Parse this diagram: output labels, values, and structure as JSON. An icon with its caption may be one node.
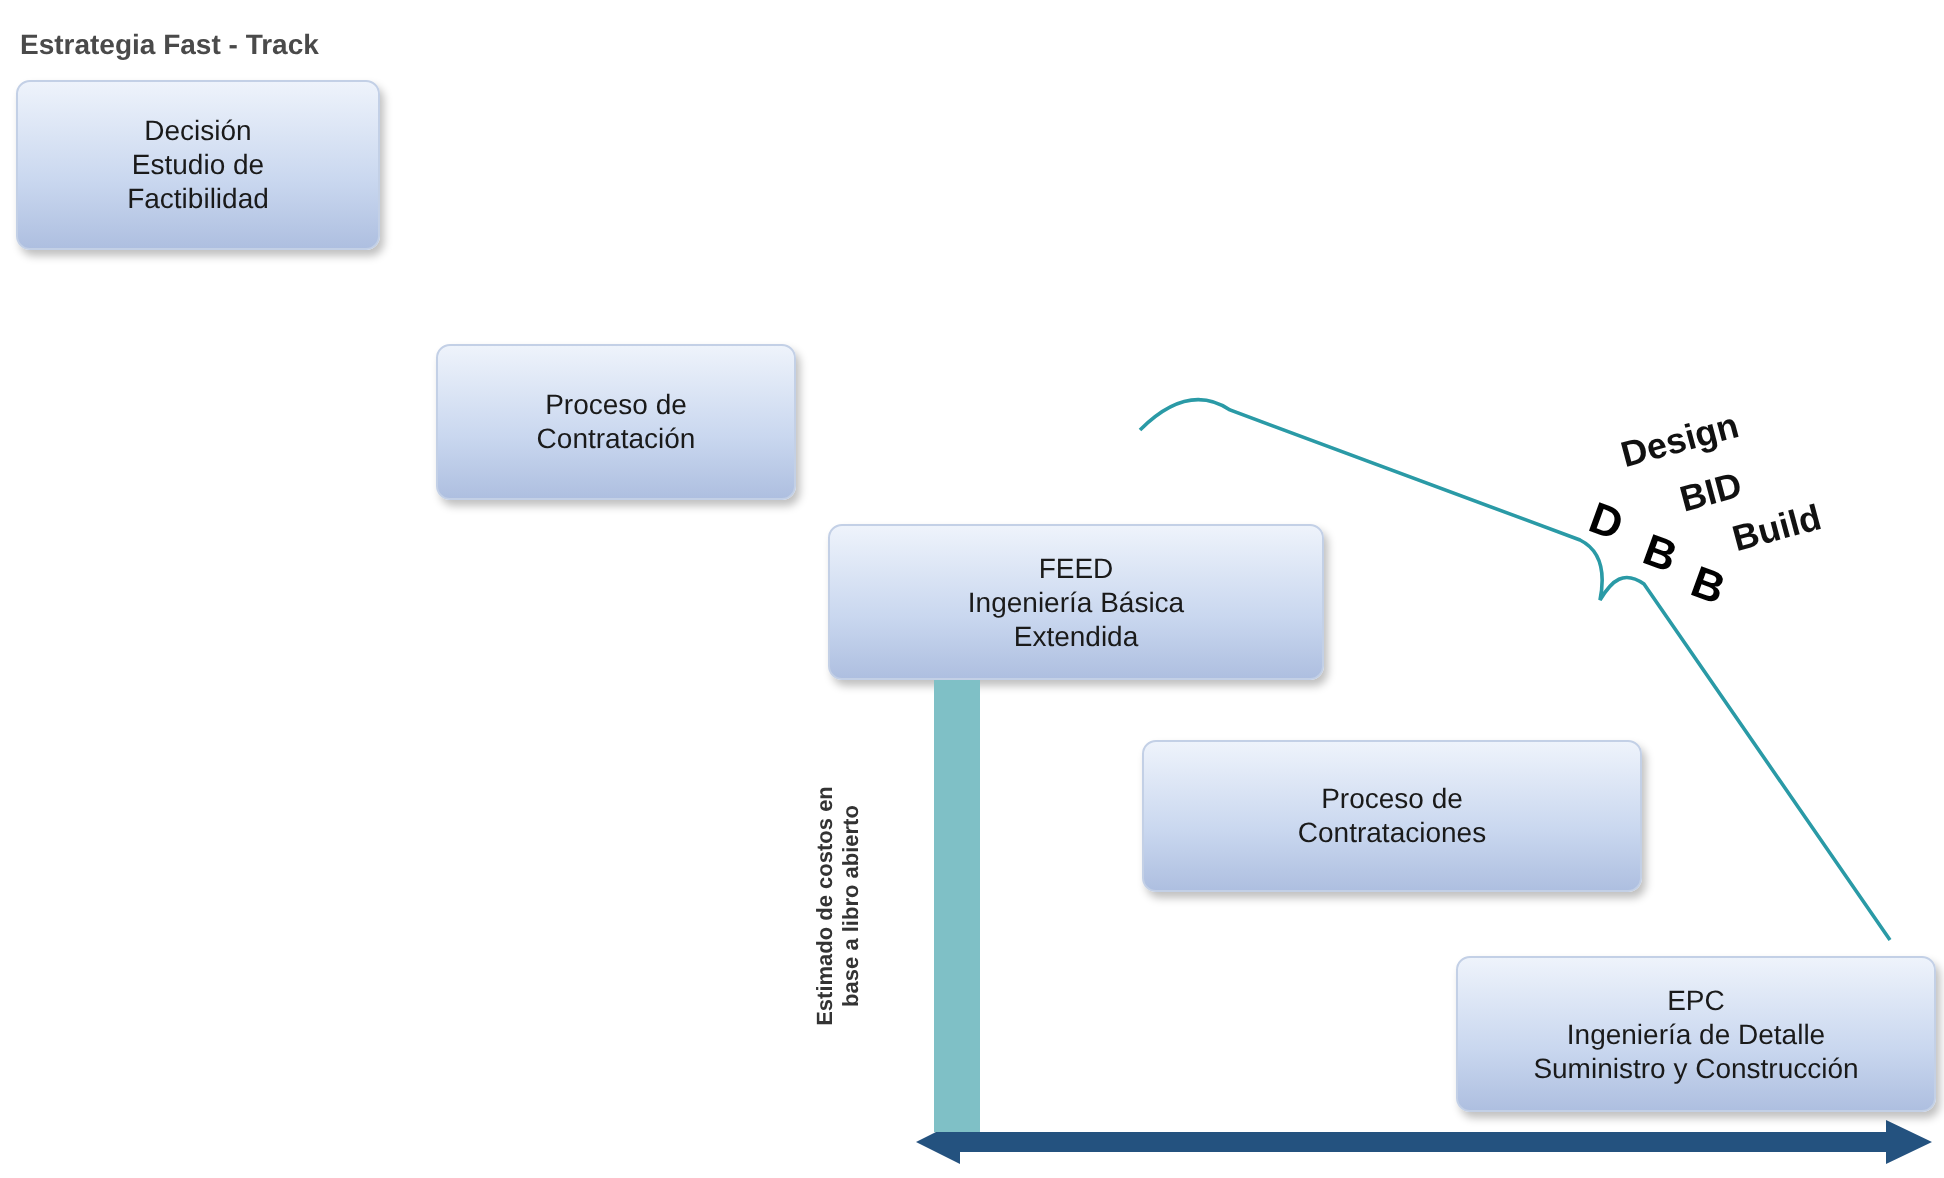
{
  "diagram": {
    "title": "Estrategia Fast - Track",
    "nodes": [
      {
        "text": [
          "Decisión",
          "Estudio de Factibilidad"
        ]
      },
      {
        "text": [
          "Proceso de Contratación"
        ]
      },
      {
        "text": [
          "FEED",
          "Ingeniería Básica Extendida"
        ]
      },
      {
        "text": [
          "Proceso de Contrataciones"
        ]
      },
      {
        "text": [
          "EPC",
          "Ingeniería de Detalle Suministro y Construcción"
        ]
      },
      {
        "text": [],
        "shape": "bar"
      }
    ],
    "labels": [
      "Design",
      "BID",
      "Build",
      "D",
      "B",
      "B",
      "Estimado de costos en base a libro abierto"
    ]
  }
}
